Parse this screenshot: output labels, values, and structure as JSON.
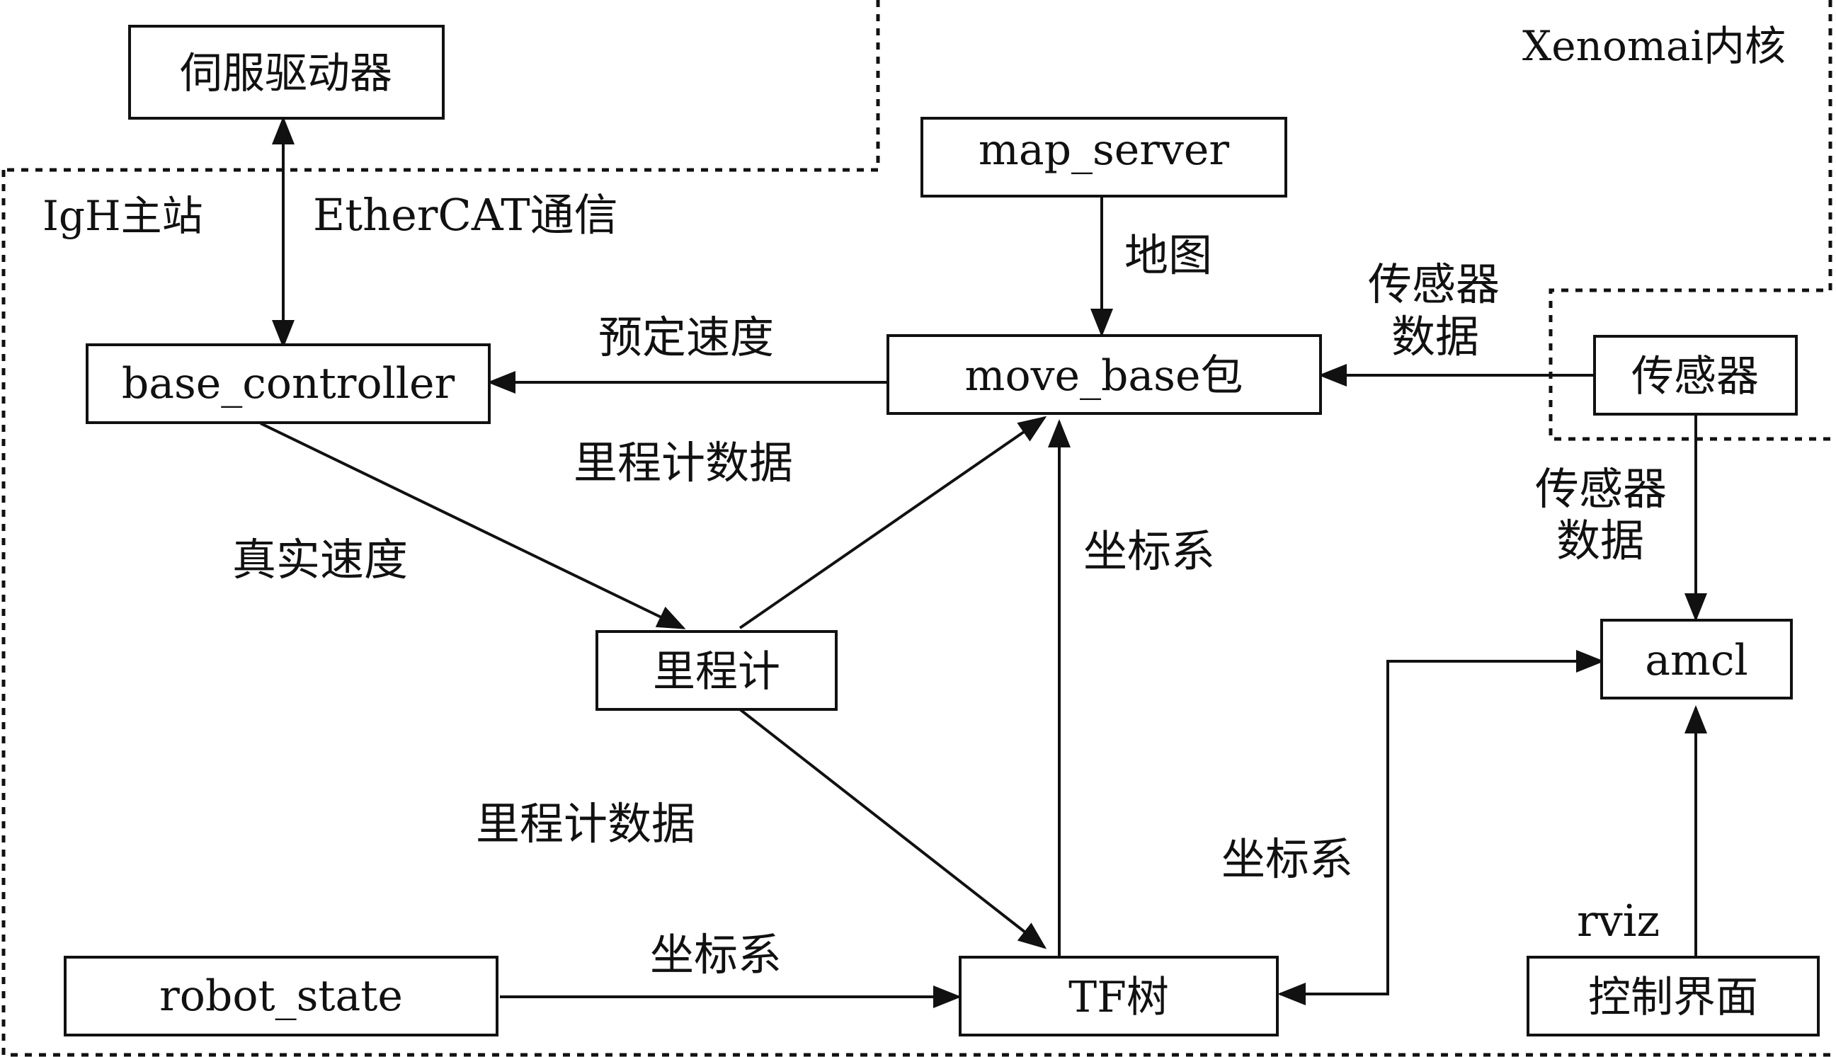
{
  "regions": {
    "xenomai": "Xenomai内核",
    "igh": "IgH主站"
  },
  "nodes": {
    "servo": "伺服驱动器",
    "base_controller": "base_controller",
    "map_server": "map_server",
    "move_base": "move_base包",
    "sensor": "传感器",
    "odometry": "里程计",
    "amcl": "amcl",
    "robot_state": "robot_state",
    "tf_tree": "TF树",
    "control_ui": "控制界面"
  },
  "edges": {
    "ethercat": "EtherCAT通信",
    "map": "地图",
    "sensor_data_top_1": "传感器",
    "sensor_data_top_2": "数据",
    "planned_velocity": "预定速度",
    "odom_data_top": "里程计数据",
    "real_velocity": "真实速度",
    "coord_center": "坐标系",
    "sensor_data_right_1": "传感器",
    "sensor_data_right_2": "数据",
    "odom_data_bottom": "里程计数据",
    "coord_right": "坐标系",
    "rviz": "rviz",
    "coord_bottom": "坐标系"
  }
}
